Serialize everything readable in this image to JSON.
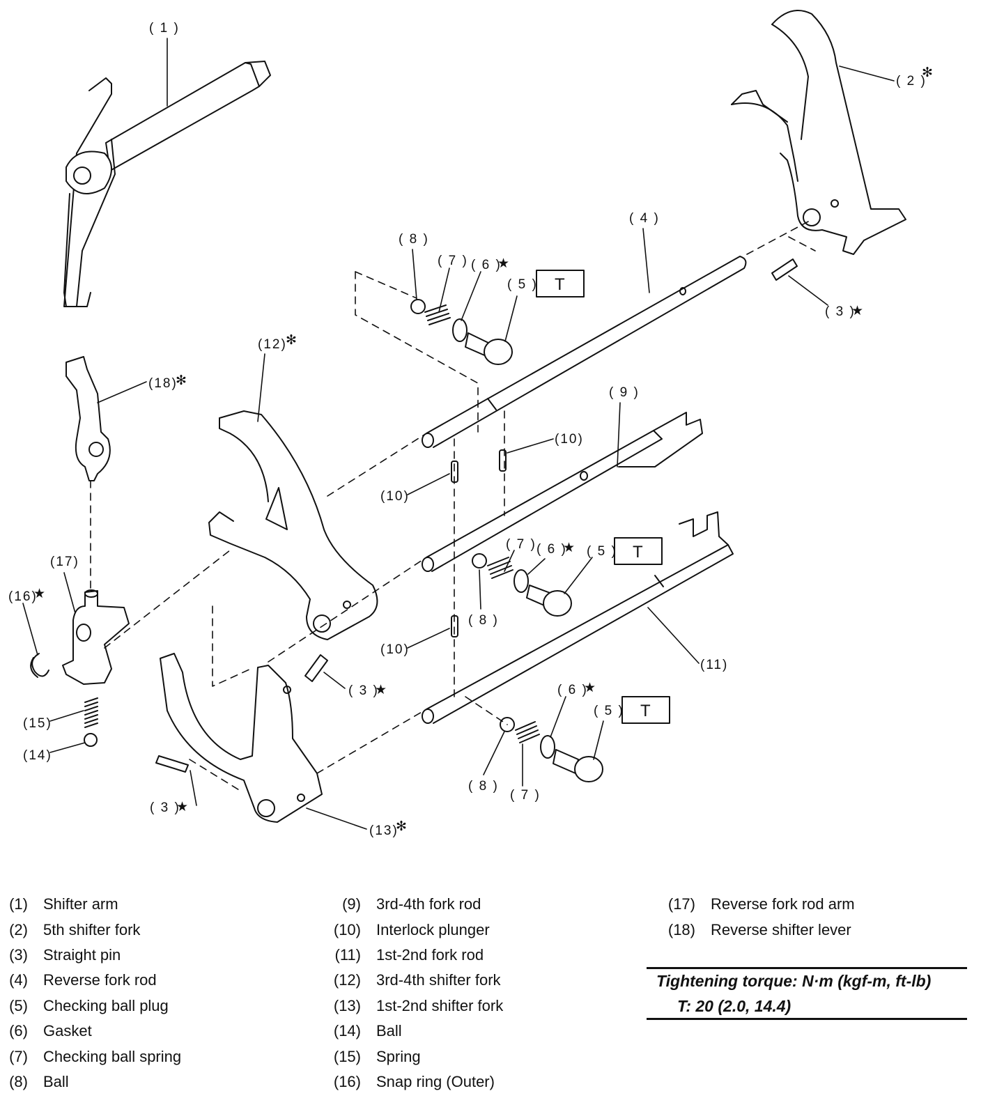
{
  "diagram": {
    "callouts": [
      {
        "id": "c1",
        "text": "( 1 )"
      },
      {
        "id": "c2",
        "text": "( 2 )",
        "mark": "✻"
      },
      {
        "id": "c3a",
        "text": "( 3 )",
        "mark": "★"
      },
      {
        "id": "c3b",
        "text": "( 3 )",
        "mark": "★"
      },
      {
        "id": "c3c",
        "text": "( 3 )",
        "mark": "★"
      },
      {
        "id": "c4",
        "text": "( 4 )"
      },
      {
        "id": "c5a",
        "text": "( 5 )"
      },
      {
        "id": "c5b",
        "text": "( 5 )"
      },
      {
        "id": "c5c",
        "text": "( 5 )"
      },
      {
        "id": "c6a",
        "text": "( 6 )",
        "mark": "★"
      },
      {
        "id": "c6b",
        "text": "( 6 )",
        "mark": "★"
      },
      {
        "id": "c6c",
        "text": "( 6 )",
        "mark": "★"
      },
      {
        "id": "c7a",
        "text": "( 7 )"
      },
      {
        "id": "c7b",
        "text": "( 7 )"
      },
      {
        "id": "c7c",
        "text": "( 7 )"
      },
      {
        "id": "c8a",
        "text": "( 8 )"
      },
      {
        "id": "c8b",
        "text": "( 8 )"
      },
      {
        "id": "c8c",
        "text": "( 8 )"
      },
      {
        "id": "c9",
        "text": "( 9 )"
      },
      {
        "id": "c10a",
        "text": "(10)"
      },
      {
        "id": "c10b",
        "text": "(10)"
      },
      {
        "id": "c10c",
        "text": "(10)"
      },
      {
        "id": "c11",
        "text": "(11)"
      },
      {
        "id": "c12",
        "text": "(12)",
        "mark": "✻"
      },
      {
        "id": "c13",
        "text": "(13)",
        "mark": "✻"
      },
      {
        "id": "c14",
        "text": "(14)"
      },
      {
        "id": "c15",
        "text": "(15)"
      },
      {
        "id": "c16",
        "text": "(16)",
        "mark": "★"
      },
      {
        "id": "c17",
        "text": "(17)"
      },
      {
        "id": "c18",
        "text": "(18)",
        "mark": "✻"
      }
    ],
    "torque_box_label": "T"
  },
  "legend": {
    "col1": [
      {
        "num": "(1)",
        "name": "Shifter arm"
      },
      {
        "num": "(2)",
        "name": "5th shifter fork"
      },
      {
        "num": "(3)",
        "name": "Straight pin"
      },
      {
        "num": "(4)",
        "name": "Reverse fork rod"
      },
      {
        "num": "(5)",
        "name": "Checking ball plug"
      },
      {
        "num": "(6)",
        "name": "Gasket"
      },
      {
        "num": "(7)",
        "name": "Checking ball spring"
      },
      {
        "num": "(8)",
        "name": "Ball"
      }
    ],
    "col2": [
      {
        "num": "(9)",
        "name": "3rd-4th fork rod"
      },
      {
        "num": "(10)",
        "name": "Interlock plunger"
      },
      {
        "num": "(11)",
        "name": "1st-2nd fork rod"
      },
      {
        "num": "(12)",
        "name": "3rd-4th shifter fork"
      },
      {
        "num": "(13)",
        "name": "1st-2nd shifter fork"
      },
      {
        "num": "(14)",
        "name": "Ball"
      },
      {
        "num": "(15)",
        "name": "Spring"
      },
      {
        "num": "(16)",
        "name": "Snap ring (Outer)"
      }
    ],
    "col3": [
      {
        "num": "(17)",
        "name": "Reverse fork rod arm"
      },
      {
        "num": "(18)",
        "name": "Reverse shifter lever"
      }
    ]
  },
  "torque": {
    "title": "Tightening torque: N·m (kgf-m, ft-lb)",
    "value": "T:   20 (2.0, 14.4)"
  }
}
